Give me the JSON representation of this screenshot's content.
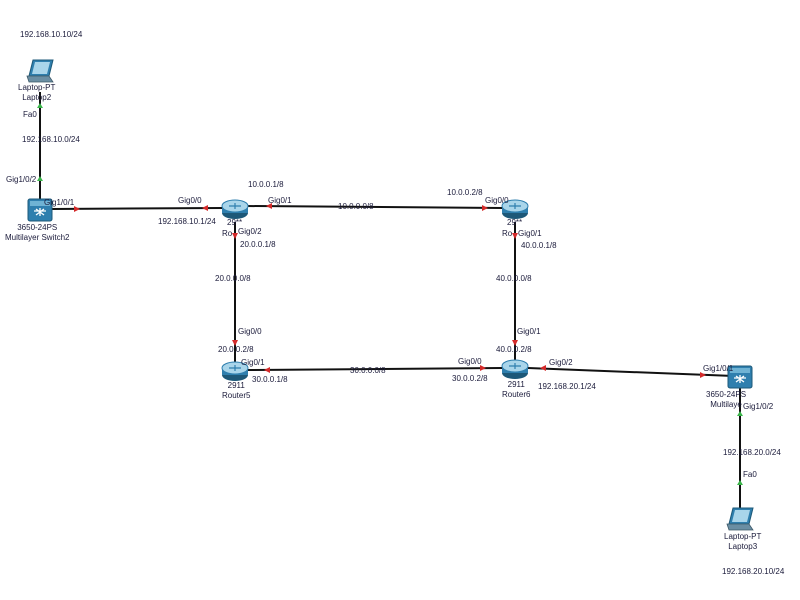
{
  "devices": {
    "laptop2": {
      "model": "Laptop-PT",
      "name": "Laptop2",
      "icon": "laptop-icon"
    },
    "laptop3": {
      "model": "Laptop-PT",
      "name": "Laptop3",
      "icon": "laptop-icon"
    },
    "switch2": {
      "model": "3650-24PS",
      "name": "Multilayer Switch2",
      "icon": "multilayer-switch-icon"
    },
    "switch3": {
      "model": "3650-24PS",
      "name": "Multilaye",
      "icon": "multilayer-switch-icon"
    },
    "router_tl": {
      "model": "29**",
      "name": "Ro",
      "icon": "router-icon"
    },
    "router_tr": {
      "model": "29**",
      "name": "Ro",
      "icon": "router-icon"
    },
    "router5": {
      "model": "2911",
      "name": "Router5",
      "icon": "router-icon"
    },
    "router6": {
      "model": "2911",
      "name": "Router6",
      "icon": "router-icon"
    }
  },
  "networks": {
    "lan1": "192.168.10.0/24",
    "lan2": "192.168.20.0/24",
    "net10": "10.0.0.0/8",
    "net20": "20.0.0.0/8",
    "net30": "30.0.0.0/8",
    "net40": "40.0.0.0/8"
  },
  "ip_labels": {
    "laptop2_ip": "192.168.10.10/24",
    "laptop3_ip": "192.168.20.10/24",
    "r_tl_g00": "192.168.10.1/24",
    "r_tl_g01": "10.0.0.1/8",
    "r_tl_g02": "20.0.0.1/8",
    "r_tr_g00": "10.0.0.2/8",
    "r_tr_g01": "40.0.0.1/8",
    "r5_g00": "20.0.0.2/8",
    "r5_g01": "30.0.0.1/8",
    "r6_g00": "30.0.0.2/8",
    "r6_g01": "40.0.0.2/8",
    "r6_g02": "192.168.20.1/24"
  },
  "interfaces": {
    "laptop2_fa0": "Fa0",
    "sw2_g102": "Gig1/0/2",
    "sw2_g101": "Gig1/0/1",
    "r_tl_g00": "Gig0/0",
    "r_tl_g01": "Gig0/1",
    "r_tl_g02": "Gig0/2",
    "r_tr_g00": "Gig0/0",
    "r_tr_g01": "Gig0/1",
    "r5_g00": "Gig0/0",
    "r5_g01": "Gig0/1",
    "r6_g00": "Gig0/0",
    "r6_g01": "Gig0/1",
    "r6_g02": "Gig0/2",
    "sw3_g101": "Gig1/0/1",
    "sw3_g102": "Gig1/0/2",
    "laptop3_fa0": "Fa0"
  },
  "colors": {
    "link": "#111111",
    "port_down": "#d42a2a",
    "port_up": "#3bb54a",
    "device_blue": "#2f7fae",
    "device_light": "#a9d5ea"
  }
}
